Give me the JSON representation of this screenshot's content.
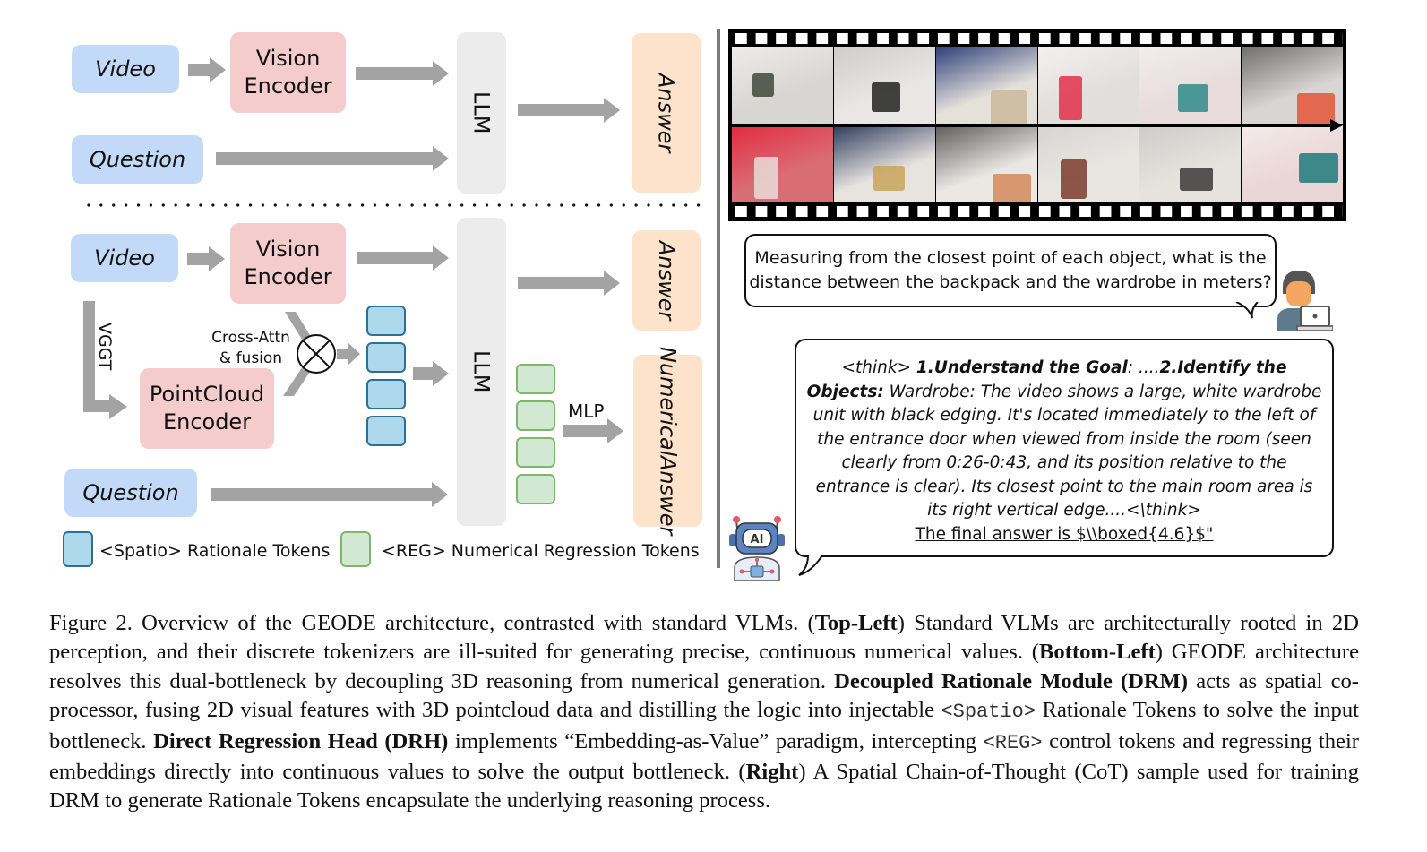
{
  "top_left": {
    "video": "Video",
    "vision_encoder": [
      "Vision",
      "Encoder"
    ],
    "question": "Question",
    "llm": "LLM",
    "answer": "Answer"
  },
  "bottom_left": {
    "video": "Video",
    "vision_encoder": [
      "Vision",
      "Encoder"
    ],
    "vggt": "VGGT",
    "cross_attn": [
      "Cross-Attn",
      "& fusion"
    ],
    "pointcloud_encoder": [
      "PointCloud",
      "Encoder"
    ],
    "question": "Question",
    "llm": "LLM",
    "answer": "Answer",
    "mlp": "MLP",
    "numerical_answer": [
      "Numerical",
      "Answer"
    ],
    "spatio_token_count": 4,
    "reg_token_count": 4
  },
  "legend": {
    "spatio": "<Spatio> Rationale Tokens",
    "reg": "<REG> Numerical Regression Tokens"
  },
  "colors": {
    "input_blue": "#c2d9f8",
    "encoder_pink": "#f4cccc",
    "llm_gray": "#ececec",
    "answer_peach": "#fde3cb",
    "spatio_token": "#aed8ec",
    "reg_token": "#d3e8d2",
    "arrow_gray": "#a3a3a3"
  },
  "right": {
    "film_frames": [
      {
        "scene": "hallway-door-coat"
      },
      {
        "scene": "wardrobe-top-backpack"
      },
      {
        "scene": "blue-carpet-corridor"
      },
      {
        "scene": "lamp-red-curtain"
      },
      {
        "scene": "wall-shelf-clothes"
      },
      {
        "scene": "office-chair-desk"
      },
      {
        "scene": "red-curtain-window"
      },
      {
        "scene": "shelf-bed"
      },
      {
        "scene": "desk-chair-map"
      },
      {
        "scene": "wardrobe-lamp"
      },
      {
        "scene": "wardrobe-hallway"
      },
      {
        "scene": "pink-wall-towel"
      }
    ],
    "question": [
      "Measuring from the closest point of each object, what is the",
      "distance between the backpack and the wardrobe in meters?"
    ],
    "user_icon": "user-laptop-icon",
    "ai_icon": "ai-robot-icon",
    "ai_label": "AI",
    "cot": {
      "think_open": "<think>",
      "step1": "1.Understand the Goal",
      "step1_rest": ": ....",
      "step2a": "2.Identify the",
      "step2b": "Objects:",
      "body_1": " Wardrobe: The video shows a large, white wardrobe",
      "line3": "unit with black edging. It's located immediately to the left of",
      "line4": "the entrance door when viewed from inside the room (seen",
      "line5": "clearly from 0:26-0:43, and its position relative to the",
      "line6": "entrance is clear). Its closest point to the main room area is",
      "line7": "its right vertical edge....<\\think>",
      "final": "The final answer is $\\\\boxed{4.6}$\""
    }
  },
  "caption": {
    "s1": "Figure 2.  Overview of the GEODE architecture, contrasted with standard VLMs.  (",
    "b1": "Top-Left",
    "s2": ") Standard VLMs are architecturally rooted in 2D perception, and their discrete tokenizers are ill-suited for generating precise, continuous numerical values. (",
    "b2": "Bottom-Left",
    "s3": ") GEODE architecture resolves this dual-bottleneck by decoupling 3D reasoning from numerical generation. ",
    "b3": "Decoupled Rationale Module (DRM)",
    "s4": " acts as spatial co-processor, fusing 2D visual features with 3D pointcloud data and distilling the logic into injectable ",
    "m1": "<Spatio>",
    "s5": " Rationale Tokens to solve the input bottleneck. ",
    "b4": "Direct Regression Head (DRH)",
    "s6": " implements “Embedding-as-Value” paradigm, intercepting ",
    "m2": "<REG>",
    "s7": " control tokens and regressing their embeddings directly into continuous values to solve the output bottleneck. (",
    "b5": "Right",
    "s8": ") A Spatial Chain-of-Thought (CoT) sample used for training DRM to generate Rationale Tokens encapsulate the underlying reasoning process."
  }
}
